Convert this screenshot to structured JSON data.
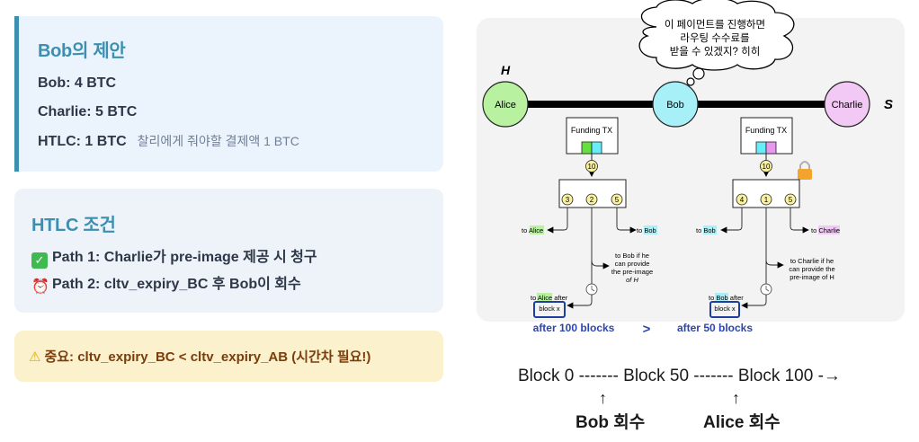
{
  "offer_card": {
    "title": "Bob의 제안",
    "lines": [
      {
        "label": "Bob: 4 BTC"
      },
      {
        "label": "Charlie: 5 BTC"
      },
      {
        "label": "HTLC: 1 BTC",
        "note": "찰리에게 줘야할 결제액 1 BTC"
      }
    ]
  },
  "conditions_card": {
    "title": "HTLC 조건",
    "paths": [
      {
        "icon": "check-mark-icon",
        "glyph": "✓",
        "text": "Path 1: Charlie가 pre-image 제공 시 청구"
      },
      {
        "icon": "alarm-clock-icon",
        "glyph": "⏰",
        "text": "Path 2: cltv_expiry_BC 후 Bob이 회수"
      }
    ]
  },
  "warning_card": {
    "icon": "warning-icon",
    "glyph": "⚠",
    "text": "중요: cltv_expiry_BC < cltv_expiry_AB (시간차 필요!)"
  },
  "diagram": {
    "thought_bubble": [
      "이 페이먼트를 진행하면",
      "라우팅 수수료를",
      "받을 수 있겠지? 히히"
    ],
    "label_H": "H",
    "label_S": "S",
    "nodes": [
      {
        "name": "Alice",
        "color": "#b8f2a0"
      },
      {
        "name": "Bob",
        "color": "#a8f0f8"
      },
      {
        "name": "Charlie",
        "color": "#f2c8f4"
      }
    ],
    "channels": [
      {
        "funding_label": "Funding TX",
        "funding_amount": "10",
        "outputs": [
          "3",
          "2",
          "5"
        ],
        "left_to_prefix": "to ",
        "left_to": "Alice",
        "right_to_prefix": "to ",
        "right_to": "Bob",
        "preimage_lines": [
          "to Bob if he",
          "can provide",
          "the pre-image",
          "of H"
        ],
        "timeout_lines": [
          "to Alice after",
          "block x"
        ],
        "after_label": "after 100 blocks"
      },
      {
        "funding_label": "Funding TX",
        "funding_amount": "10",
        "outputs": [
          "4",
          "1",
          "5"
        ],
        "left_to_prefix": "to ",
        "left_to": "Bob",
        "right_to_prefix": "to ",
        "right_to": "Charlie",
        "preimage_lines": [
          "to Charlie if he",
          "can provide the",
          "pre-image of H"
        ],
        "timeout_lines": [
          "to Bob after",
          "block x"
        ],
        "after_label": "after 50 blocks"
      }
    ],
    "compare_symbol": ">"
  },
  "timeline": {
    "line": "Block 0 ------- Block 50 ------- Block 100 -→",
    "arrow": "↑",
    "markers": [
      "Bob 회수",
      "Alice 회수"
    ]
  }
}
